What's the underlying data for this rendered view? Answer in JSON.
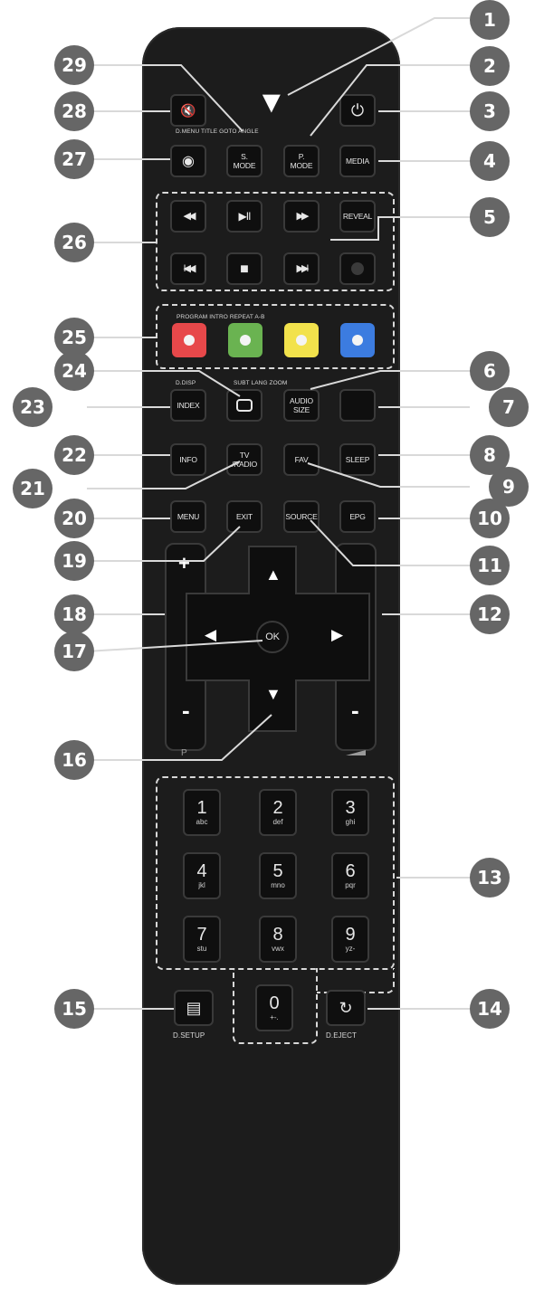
{
  "callouts": [
    "1",
    "2",
    "3",
    "4",
    "5",
    "6",
    "7",
    "8",
    "9",
    "10",
    "11",
    "12",
    "13",
    "14",
    "15",
    "16",
    "17",
    "18",
    "19",
    "20",
    "21",
    "22",
    "23",
    "24",
    "25",
    "26",
    "27",
    "28",
    "29"
  ],
  "top_labels": {
    "dmenu_row": "D.MENU TITLE GOTO ANGLE",
    "program_row": "PROGRAM INTRO REPEAT A-B",
    "ddisp": "D.DISP",
    "subt_row": "SUBT LANG ZOOM"
  },
  "buttons": {
    "smode": "S.\nMODE",
    "pmode": "P.\nMODE",
    "media": "MEDIA",
    "reveal": "REVEAL",
    "index": "INDEX",
    "audio_size": "AUDIO SIZE",
    "info": "INFO",
    "tv_radio": "TV\n/RADIO",
    "fav": "FAV",
    "sleep": "SLEEP",
    "menu": "MENU",
    "exit": "EXIT",
    "source": "SOURCE",
    "epg": "EPG",
    "ok": "OK",
    "plus": "+",
    "minus_left": "-",
    "minus_right": "-",
    "p_label": "P",
    "dsetup": "D.SETUP",
    "deject": "D.EJECT"
  },
  "numpad": [
    {
      "digit": "1",
      "letters": "abc"
    },
    {
      "digit": "2",
      "letters": "def"
    },
    {
      "digit": "3",
      "letters": "ghi"
    },
    {
      "digit": "4",
      "letters": "jkl"
    },
    {
      "digit": "5",
      "letters": "mno"
    },
    {
      "digit": "6",
      "letters": "pqr"
    },
    {
      "digit": "7",
      "letters": "stu"
    },
    {
      "digit": "8",
      "letters": "vwx"
    },
    {
      "digit": "9",
      "letters": "yz-"
    },
    {
      "digit": "0",
      "letters": "+-."
    }
  ],
  "icons": {
    "mute": "🔇",
    "power": "⏻",
    "globe": "◉",
    "rewind": "◀◀",
    "play_pause": "▶II",
    "fast_forward": "▶▶",
    "prev": "I◀◀",
    "stop": "■",
    "next": "▶▶I",
    "up": "▲",
    "down": "▼",
    "left": "◀",
    "right": "▶",
    "top_arrow": "▼",
    "teletext": "▤",
    "refresh": "↻"
  },
  "colors": {
    "callout_bg": "#666666",
    "remote_body": "#1c1c1c",
    "red_btn": "#e7484a",
    "green_btn": "#6ab351",
    "yellow_btn": "#f2e24c",
    "blue_btn": "#3c7ce0"
  }
}
